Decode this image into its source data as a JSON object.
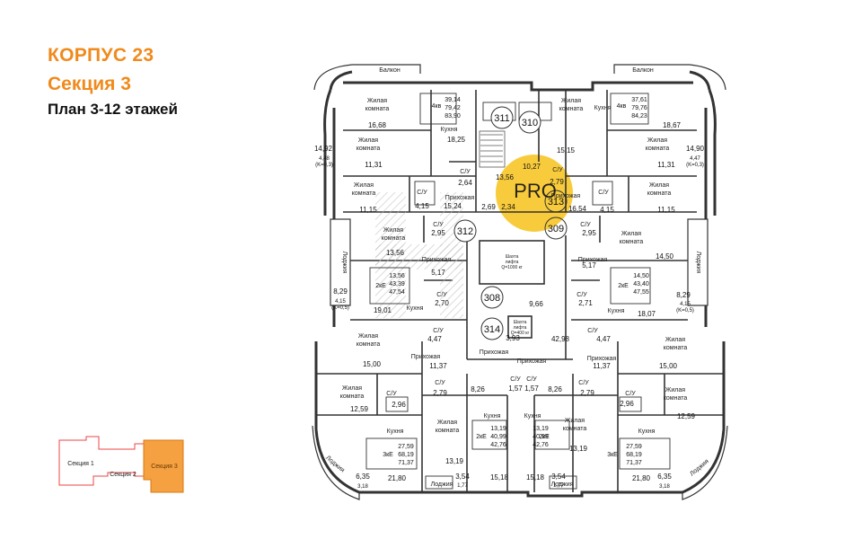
{
  "header": {
    "building": "КОРПУС 23",
    "section": "Секция 3",
    "plan": "План 3-12 этажей"
  },
  "colors": {
    "accent": "#f08a1c",
    "highlight": "#f7c21a",
    "wall": "#333333",
    "hatch": "#bbbbbb"
  },
  "watermark": "PRO",
  "labels": {
    "balcony": "Балкон",
    "living": [
      "Жилая",
      "комната"
    ],
    "kitchen": "Кухня",
    "hall": "Прихожая",
    "bath": "С/У",
    "loggia": "Лоджия",
    "lift1": [
      "Шахта",
      "лифта",
      "Q=1000 кг"
    ],
    "lift2": [
      "Шахта",
      "лифта",
      "Q=400 кг"
    ]
  },
  "units": [
    "311",
    "310",
    "313",
    "312",
    "309",
    "308",
    "314"
  ],
  "types": [
    "4кв",
    "2кЕ",
    "3кЕ"
  ],
  "areas": {
    "tl": [
      "39,14",
      "79,42",
      "83,90"
    ],
    "tr": [
      "37,61",
      "79,76",
      "84,23"
    ],
    "ml": [
      "13,56",
      "43,39",
      "47,54"
    ],
    "mr": [
      "14,50",
      "43,40",
      "47,55"
    ],
    "bcl": [
      "13,19",
      "40,99",
      "42,76"
    ],
    "bcr": [
      "13,19",
      "40,99",
      "42,76"
    ],
    "bl": [
      "27,59",
      "68,19",
      "71,37"
    ],
    "br": [
      "27,59",
      "68,19",
      "71,37"
    ]
  },
  "rooms": {
    "r1": "16,68",
    "r2": "18,25",
    "r3": "11,31",
    "r4": "2,64",
    "r5": "11,15",
    "r6": "4,15",
    "r7": "15,24",
    "r8": "14,92",
    "r9": "4,48",
    "r10": "(K=0,3)",
    "r11": "2,95",
    "r12": "13,56",
    "r13": "5,17",
    "r14": "2,70",
    "r15": "19,01",
    "r16": "8,29",
    "r17": "4,15",
    "r18": "(K=0,5)",
    "r19": "4,47",
    "r20": "15,00",
    "r21": "11,37",
    "r22": "2,79",
    "r23": "12,59",
    "r24": "2,96",
    "r25": "13,19",
    "r26": "21,80",
    "r27": "6,35",
    "r28": "3,18",
    "r29": "3,54",
    "r30": "1,77",
    "r31": "15,18",
    "r32": "8,26",
    "r33": "1,57",
    "c1": "13,56",
    "c2": "10,27",
    "c3": "2,79",
    "c4": "2,69",
    "c5": "2,34",
    "c6": "16,54",
    "c7": "9,66",
    "c8": "3,93",
    "c9": "42,98",
    "s1": "15,15",
    "s2": "18,67",
    "s3": "11,31",
    "s4": "11,15",
    "s5": "4,15",
    "s6": "14,90",
    "s7": "4,47",
    "s8": "(K=0,3)",
    "s9": "2,95",
    "s10": "14,50",
    "s11": "5,17",
    "s12": "2,71",
    "s13": "18,07",
    "s14": "8,29",
    "s15": "4,15",
    "s16": "(K=0,5)",
    "s17": "4,47",
    "s18": "15,00",
    "s19": "11,37",
    "s20": "2,79",
    "s21": "12,59",
    "s22": "2,96",
    "s23": "13,19",
    "s24": "21,80",
    "s25": "6,35",
    "s26": "3,18",
    "s27": "3,54",
    "s28": "1,77",
    "s29": "15,18",
    "s30": "8,26",
    "s31": "1,57"
  },
  "keymap": {
    "s1": "Секция 1",
    "s2": "Секция 2",
    "s3": "Секция 3"
  }
}
